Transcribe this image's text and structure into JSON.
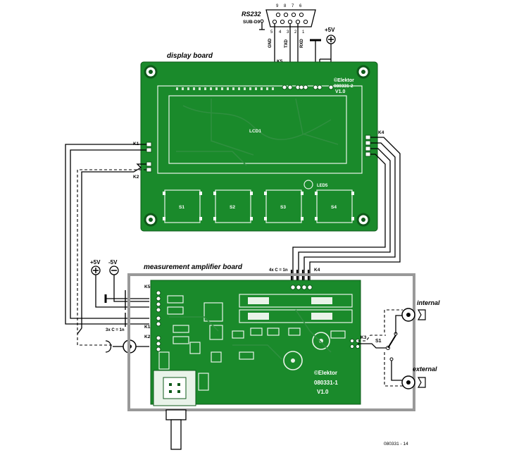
{
  "rs232": {
    "title": "RS232",
    "subtitle": "SUB-D9",
    "pins_top": [
      "9",
      "8",
      "7",
      "6"
    ],
    "pins_bottom": [
      "5",
      "4",
      "3",
      "2",
      "1"
    ],
    "signals": [
      "GND",
      "TXD",
      "RXD"
    ]
  },
  "supply": {
    "plus5_top": "+5V",
    "plus5": "+5V",
    "minus5": "-5V"
  },
  "display_board": {
    "title": "display board",
    "k5": "K5",
    "k1": "K1",
    "k2": "K2",
    "k4": "K4",
    "lcd": "LCD1",
    "leds": "LED5",
    "buttons": [
      "S1",
      "S2",
      "S3",
      "S4"
    ],
    "logo": "©Elektor",
    "code": "080331-2",
    "version": "V1.0"
  },
  "measurement_board": {
    "title": "measurement amplifier board",
    "k4": "K4",
    "k5": "K5",
    "k1": "K1",
    "k2": "K2",
    "k3": "K3",
    "cap_top": "4x C = 1n",
    "cap_left": "3x C = 1n",
    "logo": "©Elektor",
    "code": "080331-1",
    "version": "V1.0"
  },
  "switch": {
    "s1": "S1",
    "internal": "internal",
    "external": "external"
  },
  "figure_id": "080331 - 14"
}
